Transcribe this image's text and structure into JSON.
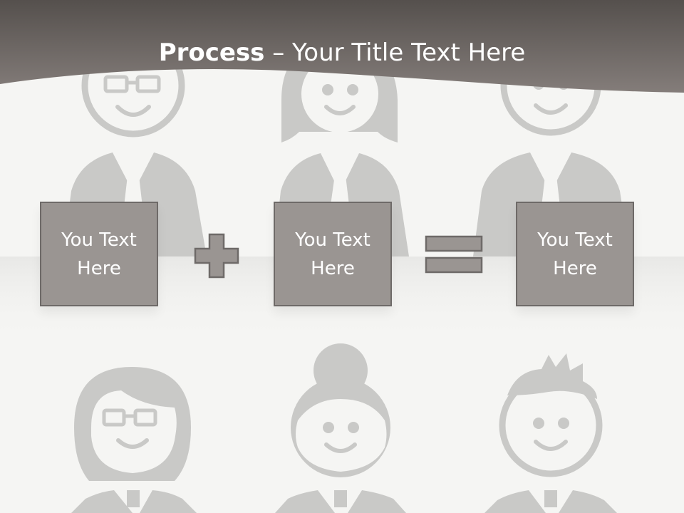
{
  "title": {
    "strong": "Process",
    "rest": " – Your Title Text Here"
  },
  "process": {
    "boxes": [
      {
        "text": "You Text Here"
      },
      {
        "text": "You Text Here"
      },
      {
        "text": "You Text Here"
      }
    ],
    "operators": [
      "plus",
      "equals"
    ]
  },
  "background": {
    "illustration": "business-people-avatars",
    "figures": [
      "man-with-glasses",
      "woman",
      "man",
      "woman-with-glasses",
      "woman-with-bun",
      "man-with-spiky-hair"
    ]
  },
  "colors": {
    "background": "#f5f5f3",
    "header": "#6e6967",
    "box_fill": "#9a9592",
    "box_border": "#6e6a68",
    "figure": "#c9c9c7",
    "text": "#ffffff"
  }
}
